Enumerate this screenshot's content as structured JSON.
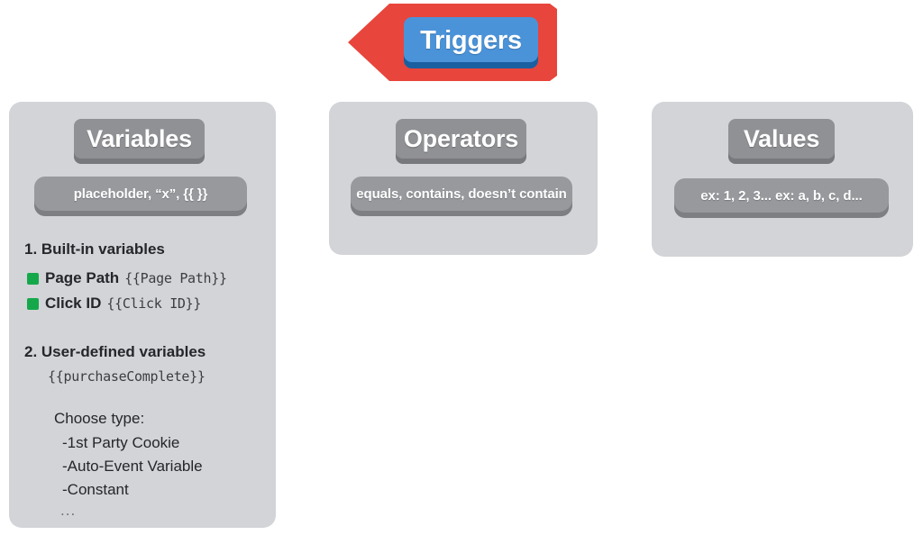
{
  "banner": {
    "arrow_color": "#e8453c",
    "button_color": "#4b93d9",
    "button_shadow_color": "#1a5fa0",
    "title": "Triggers"
  },
  "cards": {
    "variables": {
      "header": "Variables",
      "pill": "placeholder, “x”, {{ }}",
      "sections": [
        {
          "title": "1. Built-in variables",
          "items": [
            {
              "swatch_color": "#15a84b",
              "name": "Page Path",
              "token": "{{Page Path}}"
            },
            {
              "swatch_color": "#15a84b",
              "name": "Click ID",
              "token": "{{Click ID}}"
            }
          ]
        },
        {
          "title": "2. User-defined variables",
          "token": "{{purchaseComplete}}",
          "choose_label": "Choose type:",
          "choices": [
            "-1st Party Cookie",
            "-Auto-Event Variable",
            "-Constant"
          ],
          "ellipsis": "..."
        }
      ]
    },
    "operators": {
      "header": "Operators",
      "pill": "equals, contains, doesn’t contain"
    },
    "values": {
      "header": "Values",
      "pill": "ex: 1, 2, 3... ex: a, b, c, d..."
    }
  },
  "theme": {
    "page_background": "#ffffff",
    "card_background": "#d2d4d7",
    "chip_background": "#8f9195",
    "pill_background": "#97999d",
    "text_color": "#24262b"
  }
}
